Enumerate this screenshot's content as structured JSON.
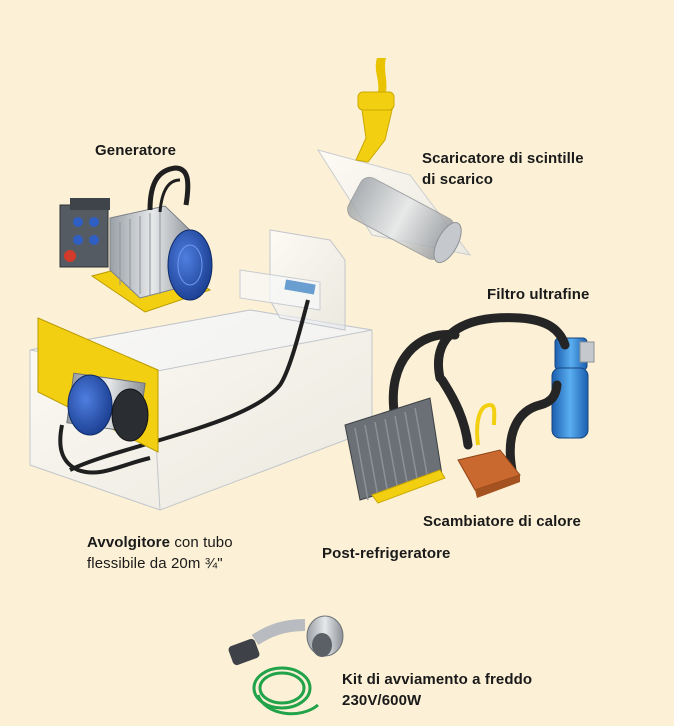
{
  "labels": {
    "generatore": "Generatore",
    "scaricatore_line1": "Scaricatore di scintille",
    "scaricatore_line2": "di scarico",
    "filtro": "Filtro ultrafine",
    "avvolgitore_bold": "Avvolgitore",
    "avvolgitore_rest": " con tubo",
    "avvolgitore_line2": "flessibile da 20m ¾\"",
    "scambiatore": "Scambiatore di calore",
    "post_refrigeratore": "Post-refrigeratore",
    "kit_line1": "Kit di avviamento a freddo",
    "kit_line2": "230V/600W"
  },
  "colors": {
    "background": "#fcf1d6",
    "accent_yellow": "#f3cf12",
    "motor_blue": "#1f4fb0",
    "hose_dark": "#2a2a2a",
    "filter_blue": "#2f86d8",
    "copper": "#c9682f",
    "cable_green": "#22a34a"
  }
}
